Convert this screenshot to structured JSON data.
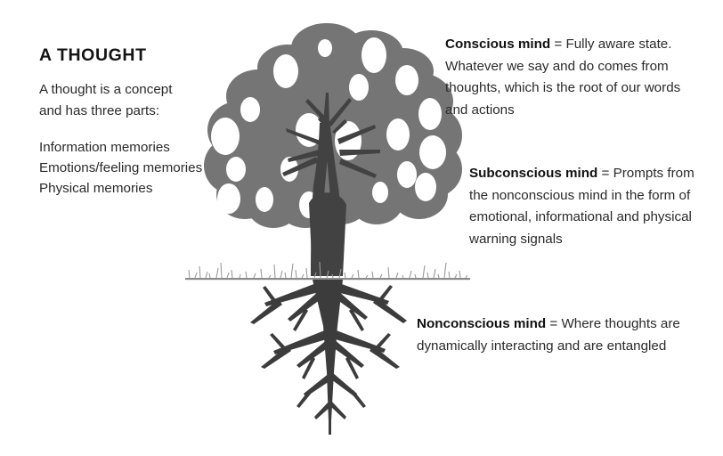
{
  "heading": "A THOUGHT",
  "left_panel": {
    "intro_line_1": "A thought is a concept",
    "intro_line_2": "and has three parts:",
    "parts": [
      "Information memories",
      "Emotions/feeling memories",
      "Physical memories"
    ]
  },
  "notes": {
    "conscious": {
      "term": "Conscious mind",
      "separator": " = ",
      "body": "Fully aware state. Whatever we say and do comes from thoughts, which is the root of our words and actions"
    },
    "subconscious": {
      "term": "Subconscious mind",
      "separator": " = ",
      "body": "Prompts from the nonconscious mind in the form of emotional, informational and physical warning signals"
    },
    "nonconscious": {
      "term": "Nonconscious mind",
      "separator": " = ",
      "body": "Where thoughts are dynamically interacting and are entangled"
    }
  },
  "illustration": {
    "name": "tree-diagram",
    "parts": {
      "canopy": "tree-canopy",
      "leaf_gaps": "canopy-holes",
      "branches": "tree-branches",
      "trunk": "tree-trunk",
      "ground": "ground-line",
      "grass": "grass-tufts",
      "roots": "root-system"
    },
    "colors": {
      "canopy": "#757575",
      "wood": "#424242",
      "ground": "#8a8a8a",
      "background": "#ffffff",
      "text": "#2a2a2a",
      "heading": "#141414"
    }
  }
}
